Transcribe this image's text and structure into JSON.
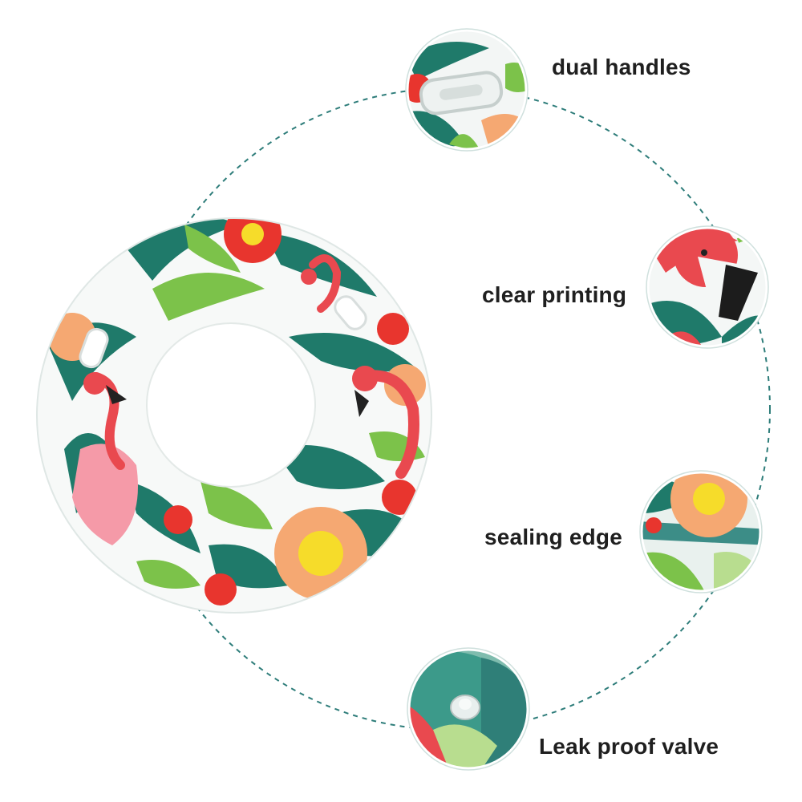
{
  "features": [
    {
      "id": "handles",
      "label": "dual handles"
    },
    {
      "id": "printing",
      "label": "clear printing"
    },
    {
      "id": "sealing",
      "label": "sealing edge"
    },
    {
      "id": "valve",
      "label": "Leak proof valve"
    }
  ],
  "colors": {
    "dashed_circle": "#2e7d7a",
    "ring_base": "#f7f9f8",
    "leaf_dark": "#1f7a6a",
    "leaf_light": "#7cc24a",
    "flamingo": "#e9494f",
    "flamingo_pink": "#f59aa8",
    "flower_orange": "#f5a872",
    "flower_yellow": "#f6dc2a",
    "flower_red": "#e8352e",
    "label_text": "#1f1f1f"
  },
  "icons": [
    "handle-icon",
    "flamingo-icon",
    "flower-icon",
    "valve-icon"
  ]
}
